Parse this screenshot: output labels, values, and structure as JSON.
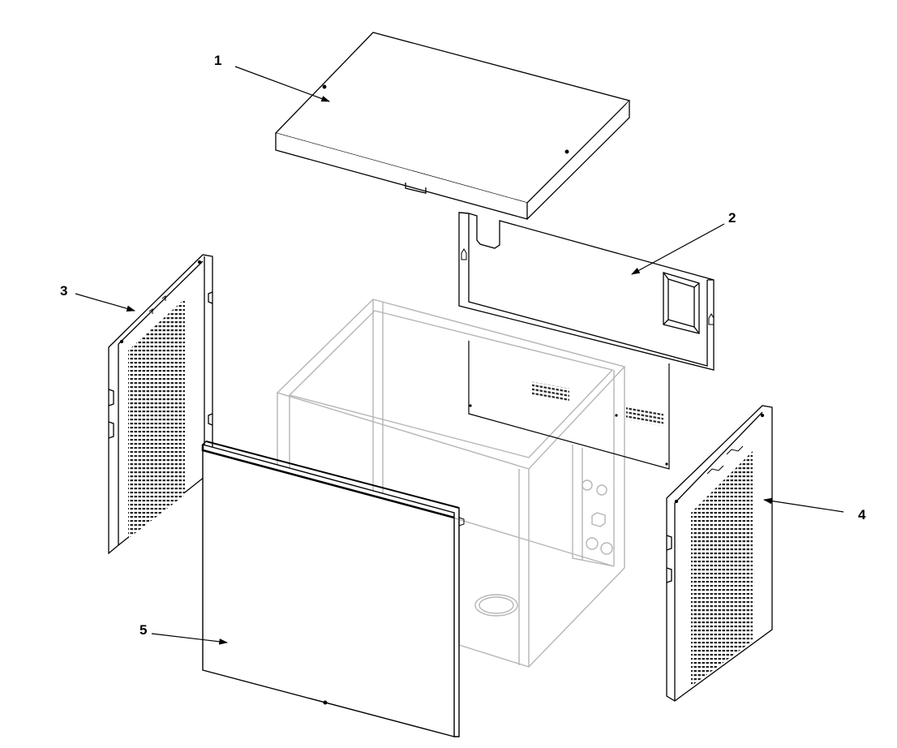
{
  "callouts": [
    {
      "id": "1",
      "label": "1"
    },
    {
      "id": "2",
      "label": "2"
    },
    {
      "id": "3",
      "label": "3"
    },
    {
      "id": "4",
      "label": "4"
    },
    {
      "id": "5",
      "label": "5"
    }
  ],
  "colors": {
    "line": "#000000",
    "frame": "#b8b8b8",
    "background": "#ffffff"
  }
}
